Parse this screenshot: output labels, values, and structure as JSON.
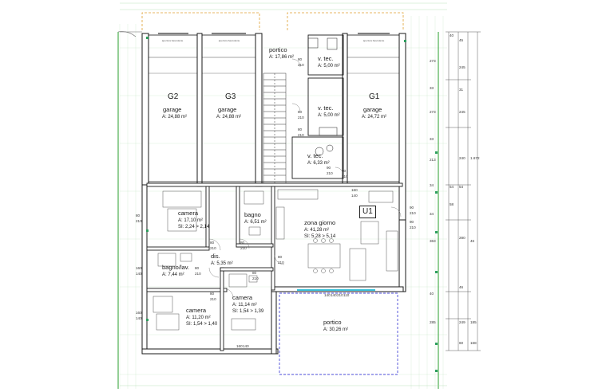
{
  "unit_label": "U1",
  "rooms": [
    {
      "id": "portico-top",
      "name": "portico",
      "area": "A: 17,86 m²"
    },
    {
      "id": "vtec-1",
      "name": "v. tec.",
      "area": "A: 5,00 m²"
    },
    {
      "id": "vtec-2",
      "name": "v. tec.",
      "area": "A: 5,00 m²"
    },
    {
      "id": "vtec-3",
      "name": "v. tec.",
      "area": "A: 6,33 m²"
    },
    {
      "id": "garage-g2",
      "code": "G2",
      "name": "garage",
      "area": "A: 24,88 m²"
    },
    {
      "id": "garage-g3",
      "code": "G3",
      "name": "garage",
      "area": "A: 24,88 m²"
    },
    {
      "id": "garage-g1",
      "code": "G1",
      "name": "garage",
      "area": "A: 24,72 m²"
    },
    {
      "id": "camera-1",
      "name": "camera",
      "area": "A: 17,10 m²",
      "height": "SI: 2,24 > 2,14"
    },
    {
      "id": "bagno",
      "name": "bagno",
      "area": "A: 6,51 m²"
    },
    {
      "id": "zona-giorno",
      "name": "zona giorno",
      "area": "A: 41,28 m²",
      "height": "SI: 5,28 > 5,14"
    },
    {
      "id": "dis",
      "name": "dis.",
      "area": "A: 5,35 m²"
    },
    {
      "id": "bagno-lav",
      "name": "bagno/lav.",
      "area": "A: 7,44 m²"
    },
    {
      "id": "camera-2",
      "name": "camera",
      "area": "A: 11,14 m²",
      "height": "SI: 1,54 > 1,39"
    },
    {
      "id": "camera-3",
      "name": "camera",
      "area": "A: 11,20 m²",
      "height": "SI: 1,54 > 1,40"
    },
    {
      "id": "portico-bottom",
      "name": "portico",
      "area": "A: 30,26 m²"
    }
  ],
  "small_notes": [
    "apertura basculante",
    "apertura basculante",
    "apertura basculante"
  ],
  "right_dimensions": [
    "40",
    "45",
    "273",
    "245",
    "33",
    "273",
    "245",
    "31",
    "33",
    "213",
    "240",
    "1.672",
    "34",
    "54",
    "54",
    "58",
    "34",
    "280",
    "363",
    "46",
    "40",
    "46",
    "285",
    "249",
    "185",
    "60",
    "168"
  ],
  "door_dims": [
    "80",
    "210",
    "80",
    "210",
    "80",
    "210",
    "90",
    "210",
    "60",
    "210",
    "90",
    "210",
    "90",
    "210",
    "80",
    "210",
    "80",
    "210",
    "80",
    "210",
    "80",
    "210",
    "80",
    "210",
    "80",
    "210",
    "80",
    "210",
    "160",
    "140",
    "160",
    "140",
    "160",
    "140",
    "140",
    "140",
    "210",
    "110",
    "160",
    "140"
  ]
}
